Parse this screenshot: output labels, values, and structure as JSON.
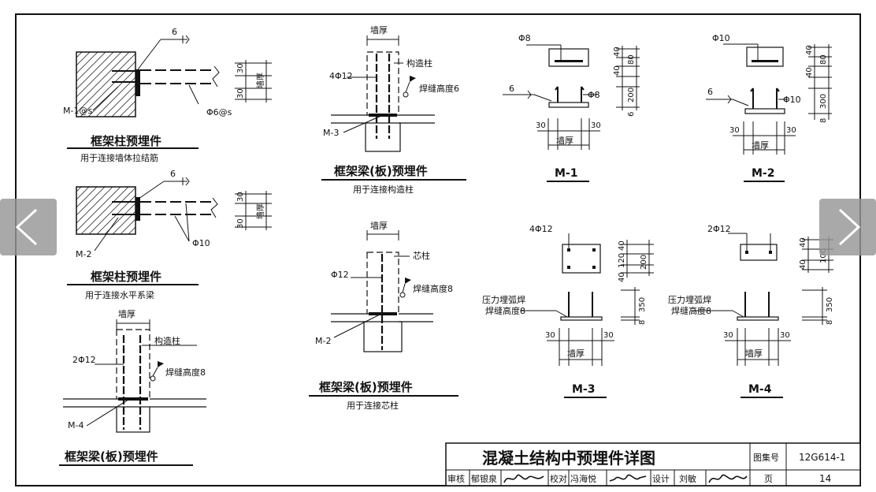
{
  "details": {
    "d1": {
      "title": "框架柱预埋件",
      "subtitle": "用于连接墙体拉结筋",
      "plate": "M-1@s",
      "weld": "6",
      "bar": "Φ6@s",
      "dim_top": "30",
      "dim_bot": "30",
      "dim_wall": "墙厚"
    },
    "d2": {
      "title": "框架柱预埋件",
      "subtitle": "用于连接水平系梁",
      "plate": "M-2",
      "weld": "6",
      "bar": "Φ10",
      "dim_top": "30",
      "dim_bot": "30",
      "dim_wall": "墙厚"
    },
    "d3": {
      "title": "框架梁(板)预埋件",
      "wall": "墙厚",
      "column": "构造柱",
      "bars": "2Φ12",
      "weld": "焊缝高度8",
      "plate": "M-4"
    },
    "d4": {
      "title": "框架梁(板)预埋件",
      "subtitle": "用于连接构造柱",
      "wall": "墙厚",
      "column": "构造柱",
      "bars": "4Φ12",
      "weld": "焊缝高度6",
      "plate": "M-3"
    },
    "d5": {
      "title": "框架梁(板)预埋件",
      "subtitle": "用于连接芯柱",
      "wall": "墙厚",
      "column": "芯柱",
      "bar": "Φ12",
      "weld": "焊缝高度8",
      "plate": "M-2"
    }
  },
  "plates": {
    "m1": {
      "label": "M-1",
      "bar": "Φ8",
      "weld": "6",
      "bar2": "Φ8",
      "d40a": "40",
      "d80": "80",
      "d40b": "40",
      "d200": "200",
      "d6": "6",
      "d30a": "30",
      "d30b": "30",
      "wall": "墙厚"
    },
    "m2": {
      "label": "M-2",
      "bar": "Φ10",
      "weld": "6",
      "bar2": "Φ10",
      "d40a": "40",
      "d80": "80",
      "d40b": "40",
      "d300": "300",
      "d8": "8",
      "d30a": "30",
      "d30b": "30",
      "wall": "墙厚"
    },
    "m3": {
      "label": "M-3",
      "bars": "4Φ12",
      "note1": "压力埋弧焊",
      "note2": "焊缝高度8",
      "d40a": "40",
      "d120": "120",
      "d200": "200",
      "d40b": "40",
      "d350": "350",
      "d8": "8",
      "d30a": "30",
      "d30b": "30",
      "wall": "墙厚"
    },
    "m4": {
      "label": "M-4",
      "bars": "2Φ12",
      "note1": "压力埋弧焊",
      "note2": "焊缝高度8",
      "d40a": "40",
      "d100": "100",
      "d40b": "40",
      "d350": "350",
      "d8": "8",
      "d30a": "30",
      "d30b": "30",
      "wall": "墙厚"
    }
  },
  "titleblock": {
    "title": "混凝土结构中预埋件详图",
    "atlas_label": "图集号",
    "atlas_value": "12G614-1",
    "review_label": "审核",
    "review_name": "郁银泉",
    "check_label": "校对",
    "check_name": "冯海悦",
    "design_label": "设计",
    "design_name": "刘敏",
    "page_label": "页",
    "page_value": "14"
  },
  "colors": {
    "nav_bg": "#969696",
    "line": "#111111"
  },
  "icons": {
    "prev": "chevron-left-icon",
    "next": "chevron-right-icon"
  }
}
